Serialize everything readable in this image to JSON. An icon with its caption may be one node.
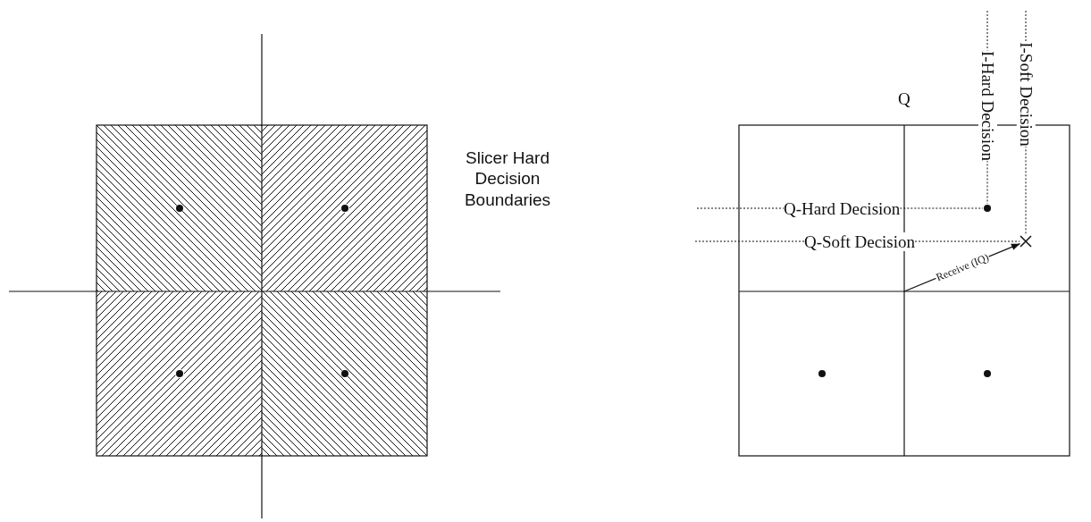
{
  "diagram": {
    "nodes": [
      {
        "text": [
          "Q-Hard Decision"
        ]
      },
      {
        "text": [
          "Q-Soft Decision"
        ]
      },
      {
        "text": [
          "I-Hard Decision"
        ]
      },
      {
        "text": [
          "I-Soft Decision"
        ]
      },
      {
        "text": [],
        "shape": "circle"
      },
      {
        "text": [],
        "shape": "cross"
      }
    ],
    "edges": [
      {
        "from": 0,
        "to": 4,
        "arrow": "none",
        "style": "dashed"
      },
      {
        "from": 1,
        "to": 5,
        "arrow": "none",
        "style": "dashed"
      },
      {
        "from": 2,
        "to": 4,
        "arrow": "none",
        "style": "dashed"
      },
      {
        "from": 3,
        "to": 5,
        "arrow": "none",
        "style": "dashed"
      },
      {
        "from": null,
        "to": 5,
        "arrow": "to",
        "label": "Receive (IQ)"
      }
    ],
    "labels": [
      "Slicer Hard Decision Boundaries",
      "Q"
    ]
  }
}
